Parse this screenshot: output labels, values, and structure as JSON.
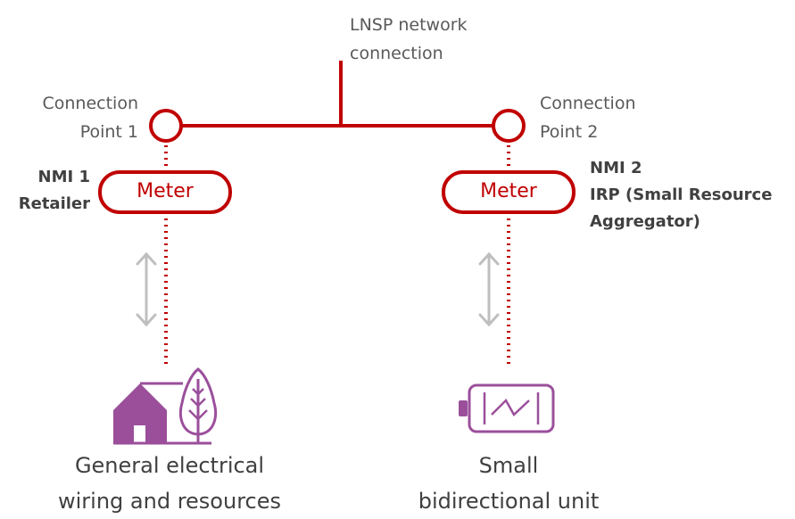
{
  "network": {
    "label_line1": "LNSP network",
    "label_line2": "connection"
  },
  "connection_points": [
    {
      "line1": "Connection",
      "line2": "Point 1"
    },
    {
      "line1": "Connection",
      "line2": "Point 2"
    }
  ],
  "meters": [
    {
      "label": "Meter",
      "nmi": "NMI 1",
      "role_line1": "Retailer",
      "role_line2": ""
    },
    {
      "label": "Meter",
      "nmi": "NMI 2",
      "role_line1": "IRP (Small Resource",
      "role_line2": "Aggregator)"
    }
  ],
  "loads": [
    {
      "icon": "house-with-tree-icon",
      "caption_line1": "General electrical",
      "caption_line2": "wiring and resources"
    },
    {
      "icon": "battery-icon",
      "caption_line1": "Small",
      "caption_line2": "bidirectional unit"
    }
  ],
  "colors": {
    "network_red": "#c00000",
    "arrow_grey": "#bfbfbf",
    "icon_purple": "#9b4f9b",
    "text_grey": "#595959"
  }
}
